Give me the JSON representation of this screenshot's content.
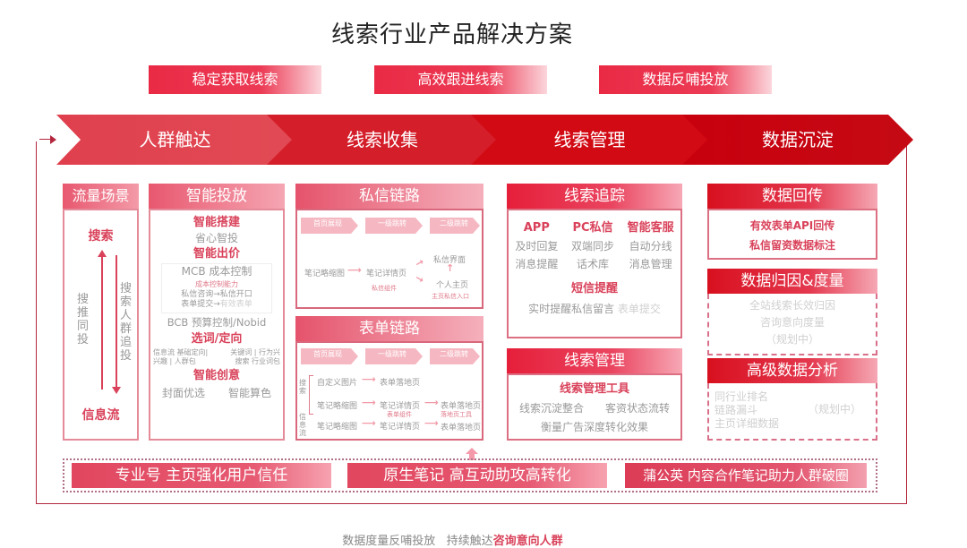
{
  "title": "线索行业产品解决方案",
  "goals": [
    "稳定获取线索",
    "高效跟进线索",
    "数据反哺投放"
  ],
  "stages": [
    {
      "label": "人群触达",
      "color": "#e0404e"
    },
    {
      "label": "线索收集",
      "color": "#d41e2a"
    },
    {
      "label": "线索管理",
      "color": "#d20a14"
    },
    {
      "label": "数据沉淀",
      "color": "#c8000e"
    }
  ],
  "traffic": {
    "header": "流量场景",
    "top": "搜索",
    "bottom": "信息流",
    "up_label": "搜推同投",
    "down_label": "搜索人群追投"
  },
  "smart_ads": {
    "header": "智能投放",
    "build_title": "智能搭建",
    "build_sub": "省心智投",
    "bid_title": "智能出价",
    "mcb": "MCB 成本控制",
    "mcb_cap": "成本控制能力",
    "mcb_line1": "私信咨询→私信开口",
    "mcb_line2_a": "表单提交→",
    "mcb_line2_b": "有效表单",
    "bcb": "BCB 预算控制/Nobid",
    "target_title": "选词/定向",
    "target_left": "信息流 基础定向| 兴趣 | 人群包",
    "target_right_a": "关键词 | 行为兴",
    "target_right_b": "搜索 行业词包",
    "creative_title": "智能创意",
    "creative_a": "封面优选",
    "creative_b": "智能算色"
  },
  "dm_chain": {
    "header": "私信链路",
    "steps": [
      "首页展现",
      "一级跳转",
      "二级跳转"
    ],
    "node1": "笔记略缩图",
    "node2": "笔记详情页",
    "node2_sub": "私信组件",
    "node3a": "私信界面",
    "node3b": "个人主页",
    "node3b_sub": "主页私信入口"
  },
  "form_chain": {
    "header": "表单链路",
    "steps": [
      "首页展现",
      "一级跳转",
      "二级跳转"
    ],
    "search_label": "搜索",
    "feed_label": "信息流",
    "row1": [
      "自定义图片",
      "表单落地页"
    ],
    "row2": [
      "笔记略缩图",
      "笔记详情页",
      "表单落地页"
    ],
    "row2_subs": [
      "表单组件",
      "落地页工具"
    ],
    "row3": [
      "笔记略缩图",
      "笔记详情页",
      "表单落地页"
    ]
  },
  "tracking": {
    "header": "线索追踪",
    "cols": [
      {
        "title": "APP",
        "items": [
          "及时回复",
          "消息提醒"
        ]
      },
      {
        "title": "PC私信",
        "items": [
          "双端同步",
          "话术库"
        ]
      },
      {
        "title": "智能客服",
        "items": [
          "自动分线",
          "消息管理"
        ]
      }
    ],
    "sms_title": "短信提醒",
    "sms_a": "实时提醒私信留言",
    "sms_b": "表单提交"
  },
  "lead_mgmt": {
    "header": "线索管理",
    "tool_title": "线索管理工具",
    "line1_a": "线索沉淀整合",
    "line1_b": "客资状态流转",
    "line2": "衡量广告深度转化效果"
  },
  "data_return": {
    "header": "数据回传",
    "line1": "有效表单API回传",
    "line2": "私信留资数据标注"
  },
  "attribution": {
    "header": "数据归因&度量",
    "line1": "全站线索长效归因",
    "line2": "咨询意向度量",
    "line3": "（规划中）"
  },
  "analysis": {
    "header": "高级数据分析",
    "items": [
      "同行业排名",
      "链路漏斗",
      "主页详细数据"
    ],
    "status": "（规划中）"
  },
  "bottom_bars": [
    "专业号  主页强化用户信任",
    "原生笔记  高互动助攻高转化",
    "蒲公英  内容合作笔记助力人群破圈"
  ],
  "footer": {
    "prefix": "数据度量反哺投放   持续触达",
    "highlight": "咨询意向人群"
  }
}
